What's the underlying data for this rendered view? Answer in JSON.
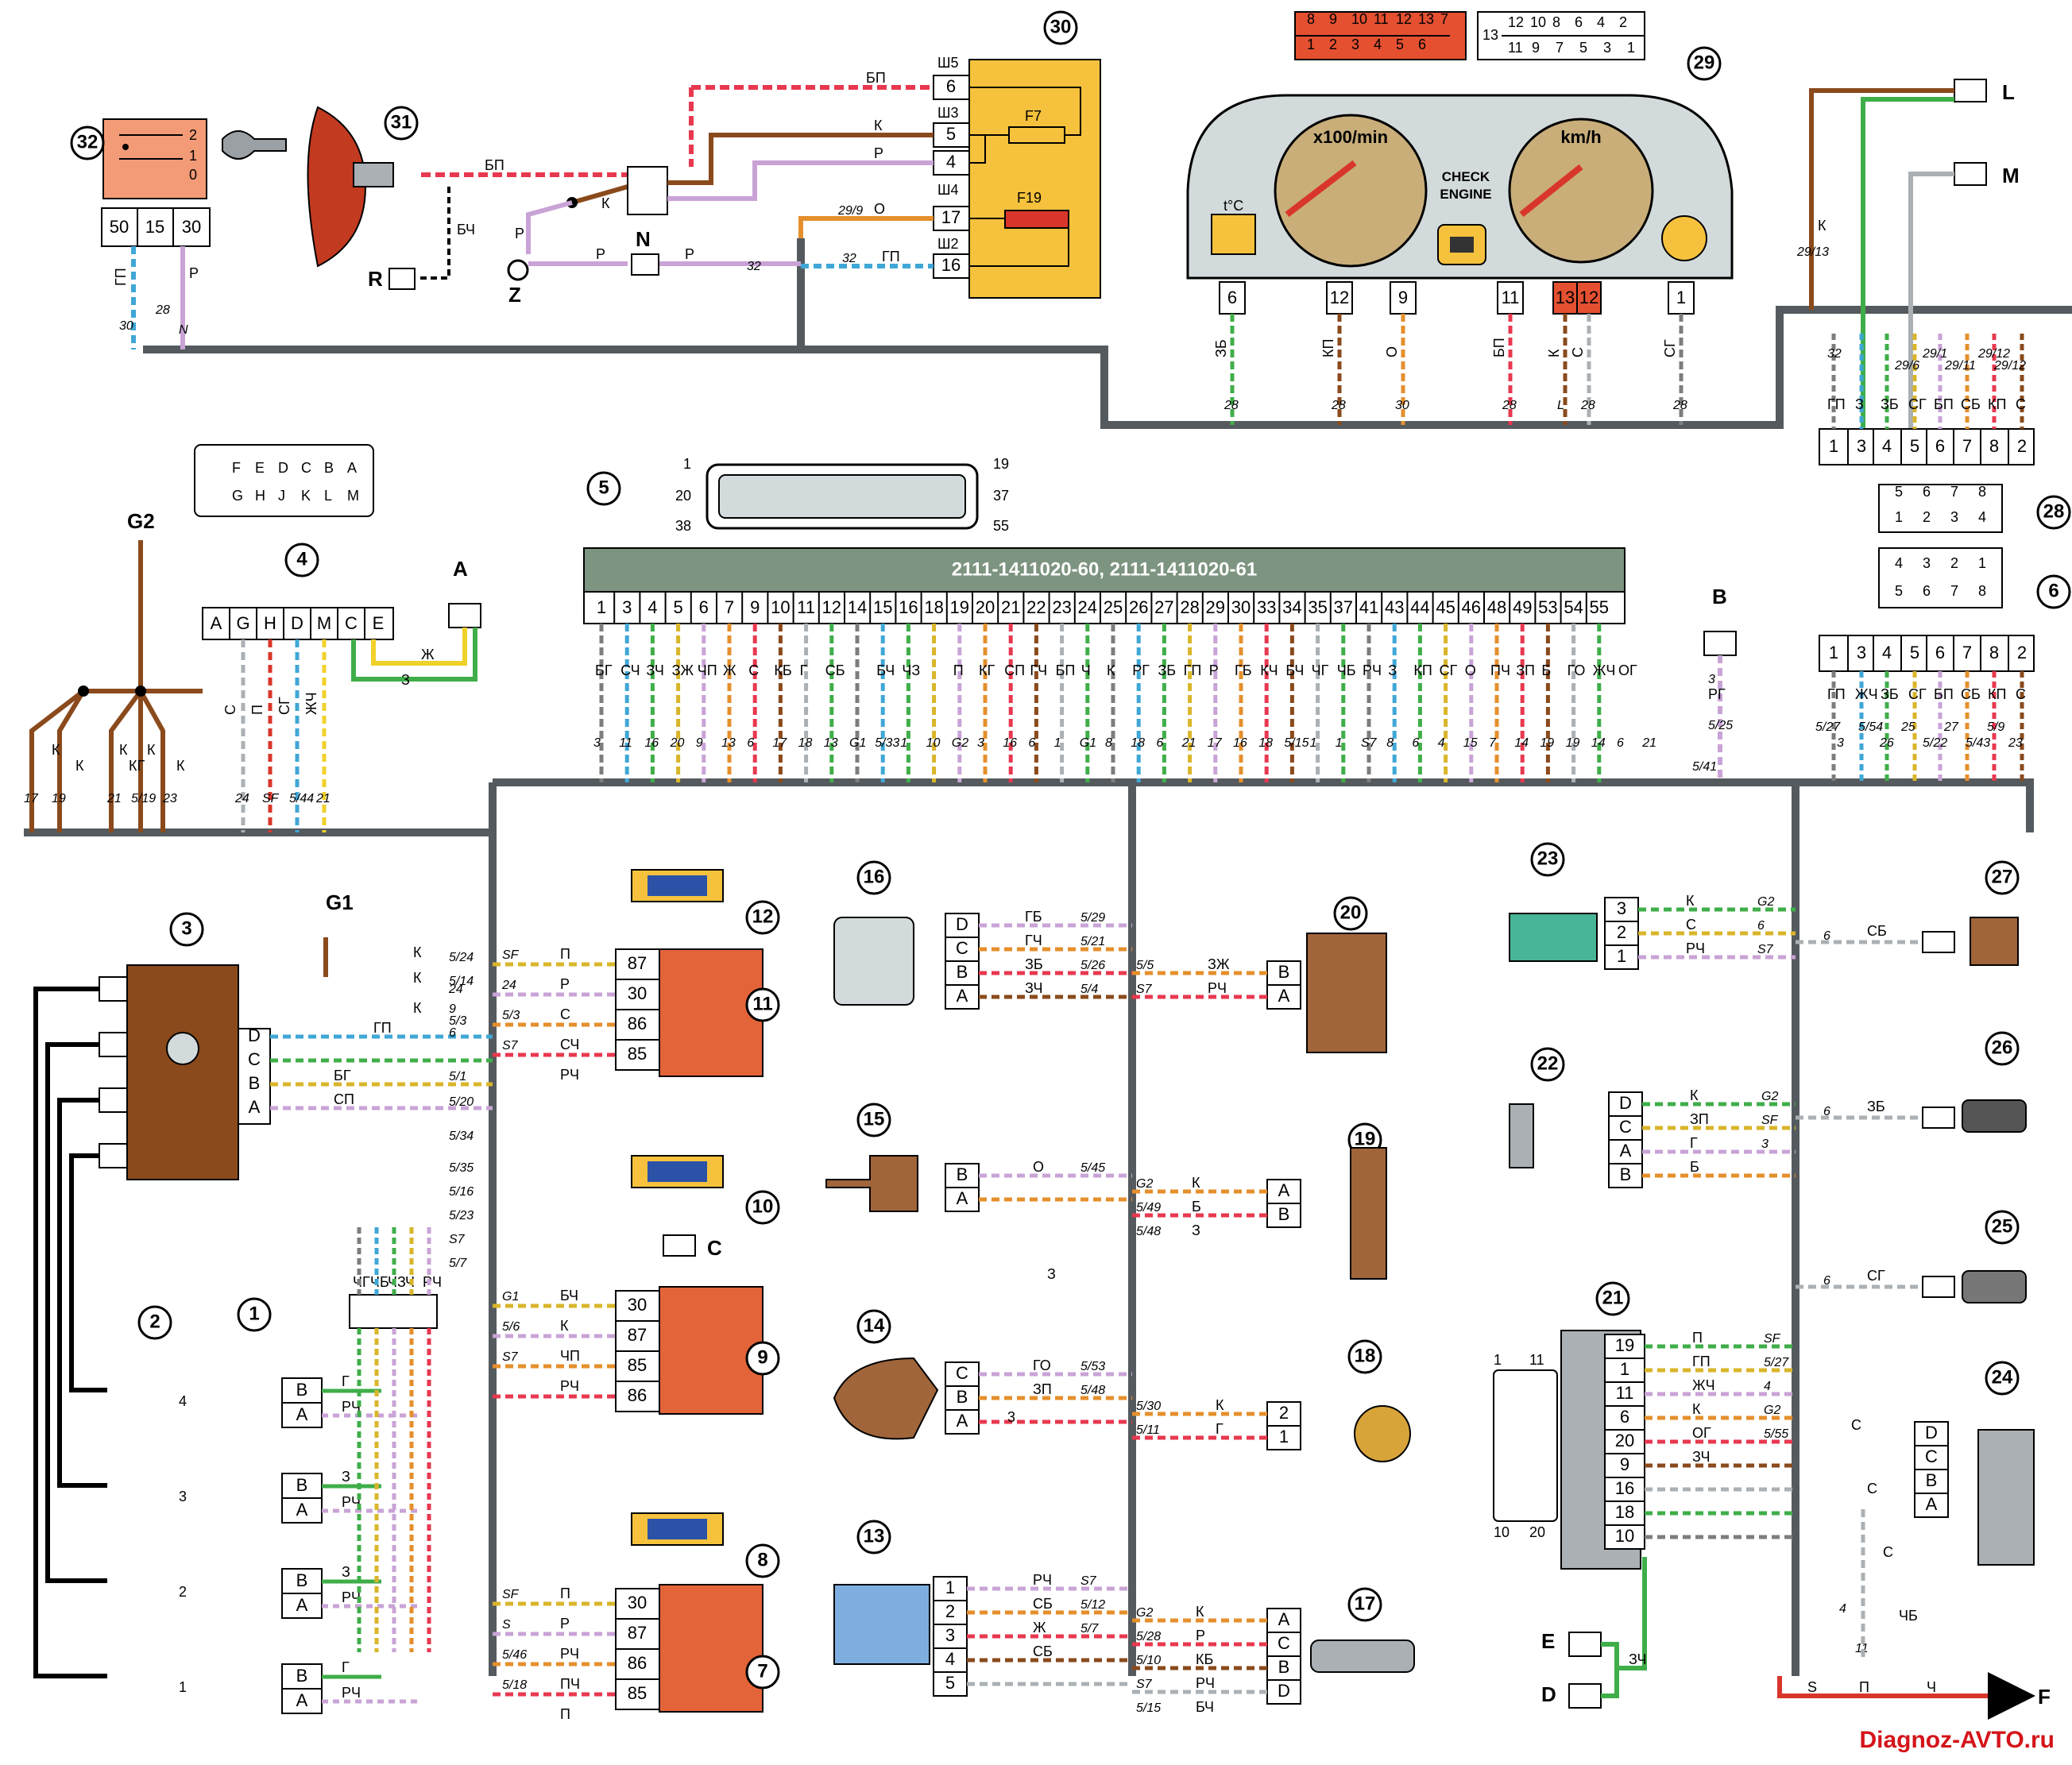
{
  "ecu": {
    "part_numbers": "2111-1411020-60, 2111-1411020-61",
    "connector_pin_labels": [
      "1",
      "19",
      "20",
      "37",
      "38",
      "55"
    ],
    "pins": [
      "1",
      "3",
      "4",
      "5",
      "6",
      "7",
      "9",
      "10",
      "11",
      "12",
      "14",
      "15",
      "16",
      "18",
      "19",
      "20",
      "21",
      "22",
      "23",
      "24",
      "25",
      "26",
      "27",
      "28",
      "29",
      "30",
      "33",
      "34",
      "35",
      "37",
      "41",
      "43",
      "44",
      "45",
      "46",
      "48",
      "49",
      "53",
      "54",
      "55"
    ],
    "wire_colors": [
      "БГ",
      "СЧ",
      "ЗЧ",
      "ЗЖ",
      "ЧП",
      "Ж",
      "С",
      "КБ",
      "Г",
      "СБ",
      "",
      "БЧ",
      "ЧЗ",
      "",
      "П",
      "КГ",
      "СП",
      "ГЧ",
      "БП",
      "Ч",
      "К",
      "РГ",
      "ЗБ",
      "ГП",
      "Р",
      "ГБ",
      "КЧ",
      "БЧ",
      "ЧГ",
      "ЧБ",
      "РЧ",
      "З",
      "КП",
      "СГ",
      "О",
      "ПЧ",
      "ЗП",
      "Б",
      "ГО",
      "ЖЧ",
      "ОГ"
    ],
    "destinations": [
      "3",
      "11",
      "16",
      "20",
      "9",
      "13",
      "6",
      "17",
      "18",
      "13",
      "G1",
      "5/33",
      "1",
      "10",
      "G2",
      "3",
      "16",
      "6",
      "1",
      "G1",
      "8",
      "18",
      "6",
      "21",
      "17",
      "16",
      "18",
      "5/15",
      "1",
      "1",
      "S7",
      "8",
      "6",
      "4",
      "15",
      "7",
      "14",
      "19",
      "19",
      "14",
      "6",
      "21"
    ]
  },
  "components": {
    "c1": "1",
    "c2": "2",
    "c3": "3",
    "c4": "4",
    "c5": "5",
    "c6": "6",
    "c7": "7",
    "c8": "8",
    "c9": "9",
    "c10": "10",
    "c11": "11",
    "c12": "12",
    "c13": "13",
    "c14": "14",
    "c15": "15",
    "c16": "16",
    "c17": "17",
    "c18": "18",
    "c19": "19",
    "c20": "20",
    "c21": "21",
    "c22": "22",
    "c23": "23",
    "c24": "24",
    "c25": "25",
    "c26": "26",
    "c27": "27",
    "c28": "28",
    "c29": "29",
    "c30": "30",
    "c31": "31",
    "c32": "32"
  },
  "ground_labels": {
    "g1": "G1",
    "g2": "G2"
  },
  "letters": {
    "A": "A",
    "B": "B",
    "C": "C",
    "D": "D",
    "E": "E",
    "F": "F",
    "L": "L",
    "M": "M",
    "N": "N",
    "R": "R",
    "Z": "Z"
  },
  "diag_connector": {
    "top_row": [
      "F",
      "E",
      "D",
      "C",
      "B",
      "A"
    ],
    "bottom_row": [
      "G",
      "H",
      "J",
      "K",
      "L",
      "M"
    ],
    "pins": [
      "A",
      "G",
      "H",
      "D",
      "M",
      "C",
      "E"
    ],
    "wires": [
      "С",
      "П",
      "СГ",
      "ЖЧ"
    ],
    "dest": [
      "24",
      "SF",
      "5/44",
      "21"
    ],
    "ground_wires": [
      "К",
      "К",
      "К",
      "КГ",
      "К",
      "К"
    ],
    "ground_dest": [
      "17",
      "19",
      "21",
      "5/19",
      "23"
    ],
    "a_wires": [
      "Ж",
      "З"
    ]
  },
  "fuse_block": {
    "sockets": [
      "Ш5",
      "Ш3",
      "Ш4",
      "Ш2"
    ],
    "pins": [
      "6",
      "5",
      "4",
      "17",
      "16"
    ],
    "fuses": [
      "F7",
      "F19"
    ],
    "wires": [
      "БП",
      "К",
      "Р",
      "О",
      "ГП"
    ],
    "dest": [
      "29/9",
      "32"
    ]
  },
  "ignition_switch": {
    "pins": [
      "50",
      "15",
      "30"
    ],
    "positions": [
      "2",
      "1",
      "0"
    ],
    "wires": [
      "ГП",
      "Р"
    ],
    "dest": [
      "30",
      "28",
      "N"
    ]
  },
  "connector_31": {
    "wire": "БП",
    "wire2": "БЧ",
    "wire3": "К",
    "wire4": "Р",
    "wire5": "Р"
  },
  "cluster": {
    "tach_label": "x100/min",
    "speed_label": "km/h",
    "check_engine": [
      "CHECK",
      "ENGINE"
    ],
    "temp_label": "t°C",
    "pins": [
      "6",
      "12",
      "9",
      "11",
      "13",
      "12",
      "1"
    ],
    "wires": [
      "ЗБ",
      "КП",
      "О",
      "БП",
      "К",
      "С",
      "СГ"
    ],
    "dest": [
      "28",
      "28",
      "30",
      "28",
      "L",
      "28",
      "28"
    ],
    "conn_top": [
      "8",
      "9",
      "10",
      "11",
      "12",
      "13",
      "7"
    ],
    "conn_bottom": [
      "1",
      "2",
      "3",
      "4",
      "5",
      "6"
    ],
    "conn2_top": [
      "13",
      "12",
      "10",
      "8",
      "6",
      "4",
      "2"
    ],
    "conn2_bottom": [
      "11",
      "9",
      "7",
      "5",
      "3",
      "1"
    ]
  },
  "conn28": {
    "pins": [
      "1",
      "3",
      "4",
      "5",
      "6",
      "7",
      "8",
      "2"
    ],
    "wires": [
      "ГП",
      "З",
      "ЗБ",
      "СГ",
      "БП",
      "СБ",
      "КП",
      "С"
    ],
    "dest": [
      "32",
      "29/6",
      "29/1",
      "29/11",
      "29/12",
      "29/12",
      "29/13"
    ],
    "grid_top": [
      "5",
      "6",
      "7",
      "8"
    ],
    "grid_bottom": [
      "1",
      "2",
      "3",
      "4"
    ],
    "grid2_top": [
      "4",
      "3",
      "2",
      "1"
    ],
    "grid2_bottom": [
      "5",
      "6",
      "7",
      "8"
    ],
    "wire_k": "К"
  },
  "conn6": {
    "pins": [
      "1",
      "3",
      "4",
      "5",
      "6",
      "7",
      "8",
      "2"
    ],
    "wires": [
      "ГП",
      "ЖЧ",
      "ЗБ",
      "СГ",
      "БП",
      "СБ",
      "КП",
      "С"
    ],
    "dest": [
      "5/27",
      "3",
      "5/54",
      "26",
      "25",
      "5/22",
      "27",
      "5/43",
      "5/9",
      "23"
    ]
  },
  "conn_b": {
    "wire": "РГ",
    "dest": [
      "5/25",
      "5/41",
      "3"
    ]
  },
  "coil": {
    "pins": [
      "D",
      "C",
      "B",
      "A"
    ],
    "wires": [
      "ГП",
      "БГ",
      "СП",
      "К",
      "К",
      "К"
    ],
    "dest": [
      "6",
      "5/1",
      "5/20",
      "5/24",
      "5/14",
      "9",
      "24",
      "5/3",
      "5/34",
      "5/35",
      "5/16",
      "5/23",
      "S7",
      "5/7"
    ]
  },
  "injectors": {
    "pins": [
      "B",
      "A"
    ],
    "wires": [
      "Г",
      "РЧ",
      "З",
      "РЧ",
      "З",
      "РЧ",
      "Г",
      "РЧ"
    ],
    "harness_top": [
      "ЧГ",
      "ЧБ",
      "ЧЗ",
      "Ч",
      "РЧ"
    ],
    "spark_numbers": [
      "4",
      "3",
      "2",
      "1"
    ]
  },
  "relay11": {
    "pins": [
      "87",
      "30",
      "86",
      "85"
    ],
    "wires": [
      "П",
      "Р",
      "С",
      "СЧ",
      "РЧ"
    ],
    "dest": [
      "SF",
      "24",
      "5/3",
      "S7"
    ]
  },
  "relay9": {
    "pins": [
      "30",
      "87",
      "85",
      "86"
    ],
    "wires": [
      "БЧ",
      "К",
      "ЧП",
      "РЧ"
    ],
    "dest": [
      "G1",
      "5/6",
      "S7"
    ]
  },
  "relay7": {
    "pins": [
      "30",
      "87",
      "86",
      "85"
    ],
    "wires": [
      "П",
      "Р",
      "РЧ",
      "ПЧ",
      "П"
    ],
    "dest": [
      "SF",
      "S",
      "5/46",
      "5/18"
    ]
  },
  "sensors": {
    "s16": {
      "pins": [
        "D",
        "C",
        "B",
        "A"
      ],
      "wires": [
        "ГБ",
        "ГЧ",
        "ЗБ",
        "ЗЧ"
      ],
      "dest": [
        "5/29",
        "5/21",
        "5/26",
        "5/4"
      ]
    },
    "s15": {
      "pins": [
        "B",
        "A"
      ],
      "wires": [
        "О"
      ],
      "dest": [
        "5/45"
      ],
      "wire3": "З"
    },
    "s14": {
      "pins": [
        "C",
        "B",
        "A"
      ],
      "wires": [
        "ГО",
        "ЗП"
      ],
      "dest": [
        "5/53",
        "5/48"
      ],
      "n": "3"
    },
    "s13": {
      "pins": [
        "1",
        "2",
        "3",
        "4",
        "5"
      ],
      "wires": [
        "РЧ",
        "СБ",
        "Ж",
        "СБ"
      ],
      "dest": [
        "S7",
        "5/12",
        "5/7"
      ]
    },
    "s20": {
      "pins": [
        "B",
        "A"
      ],
      "wires": [
        "ЗЖ",
        "РЧ"
      ],
      "dest": [
        "5/5",
        "S7"
      ]
    },
    "s19": {
      "pins": [
        "A",
        "B"
      ],
      "wires": [
        "К",
        "Б",
        "З"
      ],
      "dest": [
        "G2",
        "5/49",
        "5/48"
      ]
    },
    "s18": {
      "pins": [
        "2",
        "1"
      ],
      "wires": [
        "К",
        "Г"
      ],
      "dest": [
        "5/30",
        "5/11"
      ]
    },
    "s17": {
      "pins": [
        "A",
        "C",
        "B",
        "D"
      ],
      "wires": [
        "К",
        "Р",
        "КБ",
        "РЧ",
        "БЧ"
      ],
      "dest": [
        "G2",
        "5/28",
        "5/10",
        "S7",
        "5/15"
      ]
    },
    "s23": {
      "pins": [
        "3",
        "2",
        "1"
      ],
      "wires": [
        "К",
        "С",
        "РЧ"
      ],
      "dest": [
        "G2",
        "6",
        "S7"
      ]
    },
    "s22": {
      "pins": [
        "D",
        "C",
        "A",
        "B"
      ],
      "wires": [
        "К",
        "ЗП",
        "Г",
        "Б"
      ],
      "dest": [
        "G2",
        "SF",
        "3"
      ]
    },
    "s21": {
      "pins": [
        "19",
        "1",
        "11",
        "6",
        "20",
        "9",
        "16",
        "18",
        "10"
      ],
      "wires": [
        "П",
        "ГП",
        "ЖЧ",
        "К",
        "ОГ",
        "ЗЧ"
      ],
      "dest": [
        "SF",
        "5/27",
        "4",
        "G2",
        "5/55"
      ],
      "side": [
        "1",
        "11",
        "10",
        "20"
      ]
    },
    "s24": {
      "pins": [
        "D",
        "C",
        "B",
        "A"
      ],
      "wires": [
        "С",
        "С",
        "С",
        "ЧБ"
      ],
      "dest": [
        "4",
        "11"
      ]
    },
    "s25": {
      "wire": "СГ",
      "dest": "6"
    },
    "s26": {
      "wire": "ЗБ",
      "dest": "6"
    },
    "s27": {
      "wire": "СБ",
      "dest": "6"
    }
  },
  "ed_wires": {
    "wire": "ЗЧ",
    "f_wires": [
      "S",
      "П",
      "Ч"
    ]
  },
  "site": "Diagnoz-AVTO.ru"
}
